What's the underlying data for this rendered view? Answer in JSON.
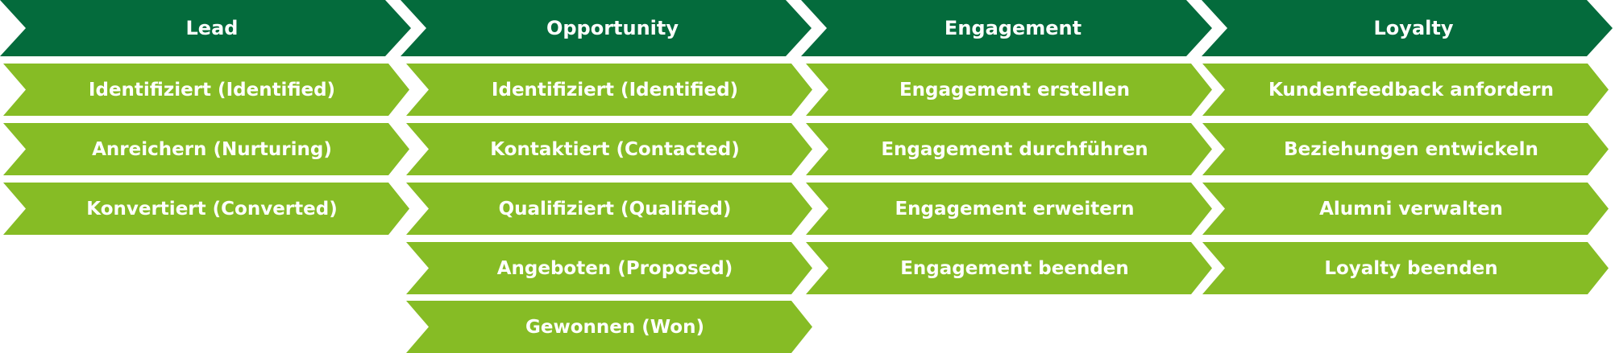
{
  "stages": [
    {
      "title": "Lead",
      "steps": [
        "Identifiziert (Identified)",
        "Anreichern (Nurturing)",
        "Konvertiert (Converted)"
      ]
    },
    {
      "title": "Opportunity",
      "steps": [
        "Identifiziert (Identified)",
        "Kontaktiert (Contacted)",
        "Qualifiziert (Qualified)",
        "Angeboten (Proposed)",
        "Gewonnen (Won)"
      ]
    },
    {
      "title": "Engagement",
      "steps": [
        "Engagement erstellen",
        "Engagement durchführen",
        "Engagement erweitern",
        "Engagement beenden"
      ]
    },
    {
      "title": "Loyalty",
      "steps": [
        "Kundenfeedback anfordern",
        "Beziehungen entwickeln",
        "Alumni verwalten",
        "Loyalty beenden"
      ]
    }
  ],
  "colors": {
    "stage_fill": "#046b3c",
    "step_fill": "#86bc25",
    "text": "#ffffff"
  }
}
